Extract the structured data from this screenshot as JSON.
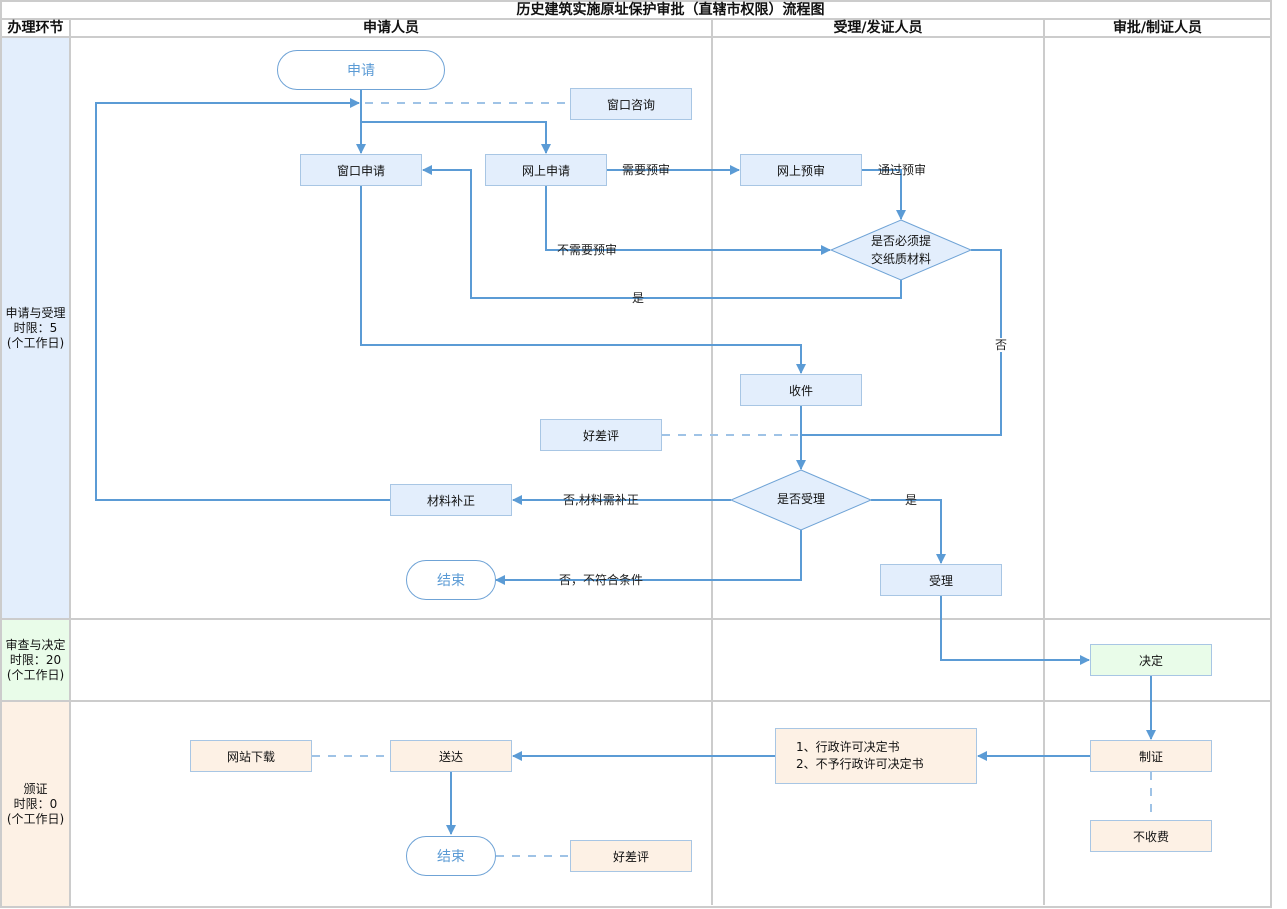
{
  "title": "历史建筑实施原址保护审批（直辖市权限）流程图",
  "header": {
    "stage_col": "办理环节",
    "lanes": [
      "申请人员",
      "受理/发证人员",
      "审批/制证人员"
    ]
  },
  "phases": [
    {
      "name": "申请与受理",
      "limit": "时限：5",
      "unit": "(个工作日)",
      "color": "#e3eefc"
    },
    {
      "name": "审查与决定",
      "limit": "时限：20",
      "unit": "(个工作日)",
      "color": "#e9fce9"
    },
    {
      "name": "颁证",
      "limit": "时限：0",
      "unit": "(个工作日)",
      "color": "#fdf1e5"
    }
  ],
  "nodes": {
    "start": "申请",
    "window_consult": "窗口咨询",
    "window_apply": "窗口申请",
    "online_apply": "网上申请",
    "online_precheck": "网上预审",
    "paper_decision_l1": "是否必须提",
    "paper_decision_l2": "交纸质材料",
    "receive": "收件",
    "rating_1": "好差评",
    "accept_decision": "是否受理",
    "supplement": "材料补正",
    "end_1": "结束",
    "accept": "受理",
    "decide": "决定",
    "certify": "制证",
    "no_fee": "不收费",
    "docs_l1": "1、行政许可决定书",
    "docs_l2": "2、不予行政许可决定书",
    "deliver": "送达",
    "web_download": "网站下载",
    "end_2": "结束",
    "rating_2": "好差评"
  },
  "edge_labels": {
    "need_precheck": "需要预审",
    "pass_precheck": "通过预审",
    "no_precheck": "不需要预审",
    "yes_paper": "是",
    "no_paper": "否",
    "no_supplement": "否,材料需补正",
    "yes_accept": "是",
    "no_reject": "否，不符合条件"
  },
  "colors": {
    "line": "#5b9bd5",
    "dash": "#9fc3e6",
    "grid": "#cccccc",
    "node_border": "#a8c6e4"
  }
}
